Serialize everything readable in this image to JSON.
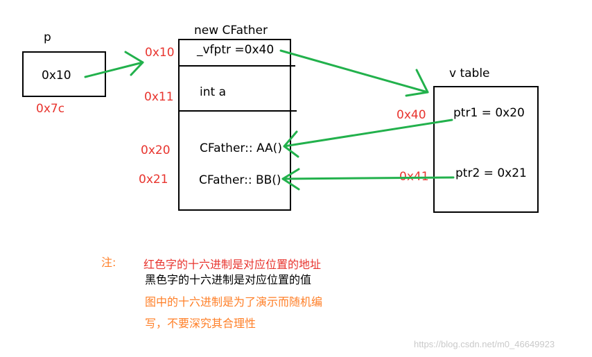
{
  "colors": {
    "address": "#e8342e",
    "arrow": "#22b14c",
    "note": "#ff7f27",
    "watermark": "#c9c9c9"
  },
  "pointer_box": {
    "name": "p",
    "value": "0x10",
    "address": "0x7c"
  },
  "object_box": {
    "title": "new CFather",
    "rows": [
      {
        "content": "_vfptr =0x40",
        "address": "0x10"
      },
      {
        "content": "int a",
        "address": "0x11"
      },
      {
        "content": "CFather:: AA()",
        "address": "0x20"
      },
      {
        "content": "CFather:: BB()",
        "address": "0x21"
      }
    ]
  },
  "vtable_box": {
    "title": "v  table",
    "rows": [
      {
        "content": "ptr1 = 0x20",
        "address": "0x40"
      },
      {
        "content": "ptr2 = 0x21",
        "address": "0x41"
      }
    ]
  },
  "notes": {
    "label": "注:",
    "line1": "红色字的十六进制是对应位置的地址",
    "line2": "黑色字的十六进制是对应位置的值",
    "line3": "图中的十六进制是为了演示而随机编",
    "line4": "写，不要深究其合理性"
  },
  "watermark": "https://blog.csdn.net/m0_46649923"
}
